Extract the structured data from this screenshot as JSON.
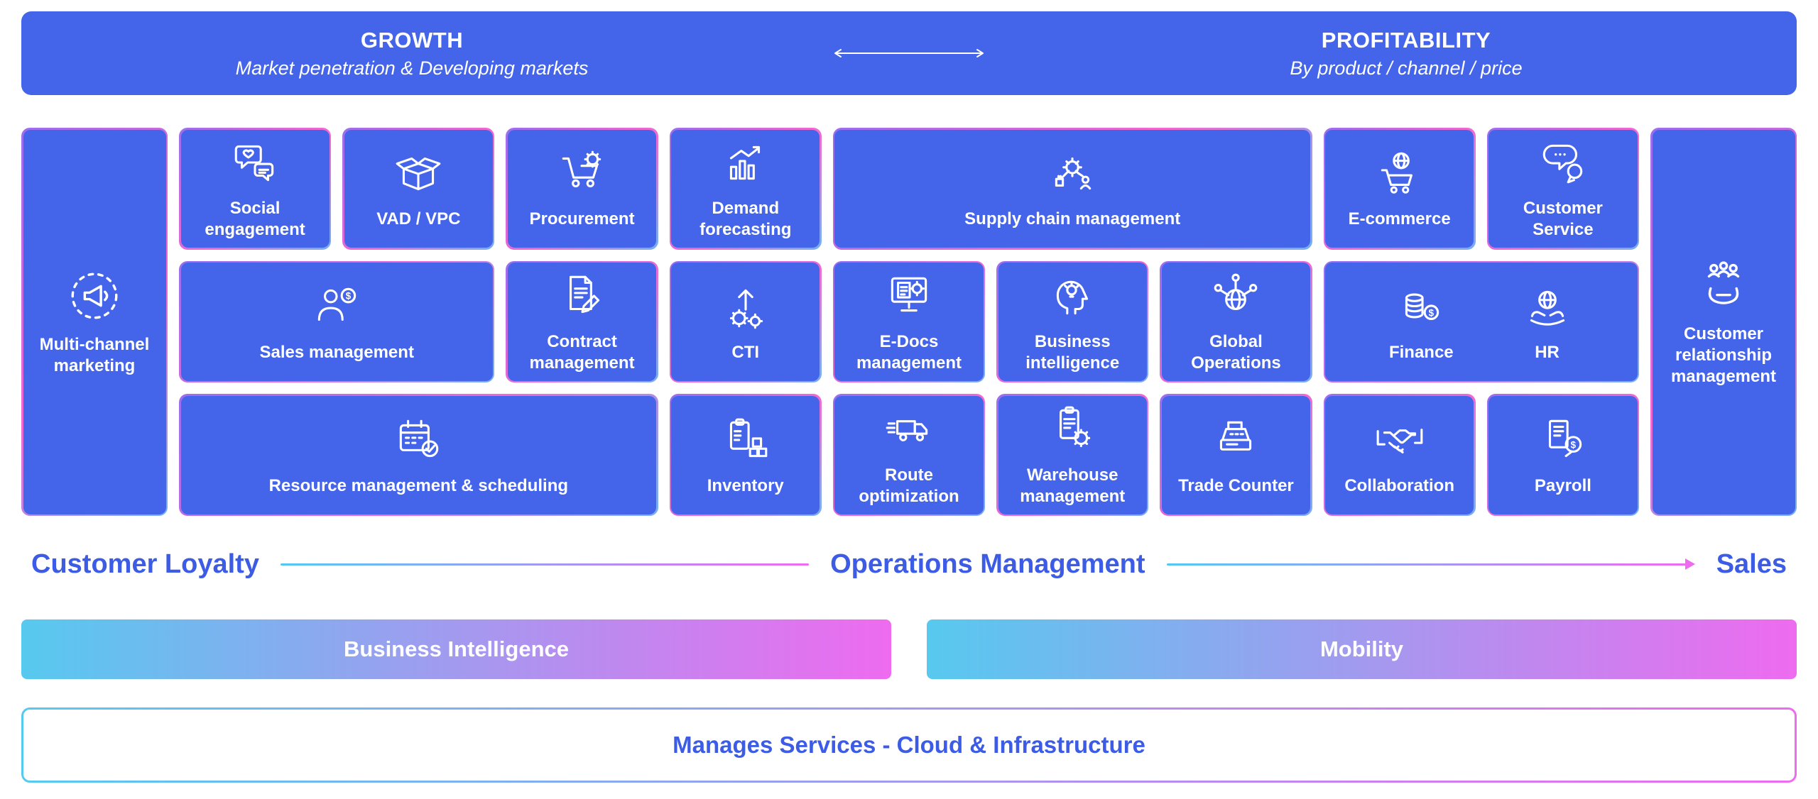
{
  "colors": {
    "card_blue": "#4464EA",
    "accent_text_blue": "#3D5CE5",
    "gradient_cyan": "#57C9EF",
    "gradient_magenta": "#EE6BEF",
    "card_border_pink": "#F468D0"
  },
  "banner": {
    "left_title": "GROWTH",
    "left_subtitle": "Market penetration & Developing markets",
    "right_title": "PROFITABILITY",
    "right_subtitle": "By product / channel / price",
    "arrow_icon": "double-arrow-icon"
  },
  "left_panel": {
    "label": "Multi-channel marketing",
    "icon": "multichannel-marketing-icon"
  },
  "right_panel": {
    "label": "Customer relationship management",
    "icon": "customer-relationship-icon"
  },
  "grid": {
    "row1": [
      {
        "label": "Social engagement",
        "icon": "social-engagement-icon"
      },
      {
        "label": "VAD / VPC",
        "icon": "open-box-icon"
      },
      {
        "label": "Procurement",
        "icon": "procurement-cart-icon"
      },
      {
        "label": "Demand forecasting",
        "icon": "demand-forecasting-icon"
      },
      {
        "label": "Supply chain management",
        "icon": "supply-chain-icon"
      },
      {
        "label": "E-commerce",
        "icon": "ecommerce-cart-icon"
      },
      {
        "label": "Customer Service",
        "icon": "customer-service-icon"
      }
    ],
    "row2": [
      {
        "label": "Sales management",
        "icon": "sales-management-icon"
      },
      {
        "label": "Contract management",
        "icon": "contract-management-icon"
      },
      {
        "label": "CTI",
        "icon": "cti-icon"
      },
      {
        "label": "E-Docs management",
        "icon": "edocs-management-icon"
      },
      {
        "label": "Business intelligence",
        "icon": "business-intelligence-icon"
      },
      {
        "label": "Global Operations",
        "icon": "global-operations-icon"
      },
      {
        "items": [
          {
            "label": "Finance",
            "icon": "finance-icon"
          },
          {
            "label": "HR",
            "icon": "hr-icon"
          }
        ]
      }
    ],
    "row3": [
      {
        "label": "Resource management & scheduling",
        "icon": "resource-scheduling-icon"
      },
      {
        "label": "Inventory",
        "icon": "inventory-icon"
      },
      {
        "label": "Route optimization",
        "icon": "route-optimization-icon"
      },
      {
        "label": "Warehouse management",
        "icon": "warehouse-management-icon"
      },
      {
        "label": "Trade Counter",
        "icon": "trade-counter-icon"
      },
      {
        "label": "Collaboration",
        "icon": "collaboration-handshake-icon"
      },
      {
        "label": "Payroll",
        "icon": "payroll-icon"
      }
    ]
  },
  "axis": {
    "left_label": "Customer Loyalty",
    "center_label": "Operations Management",
    "right_label": "Sales"
  },
  "bars": {
    "business_intelligence": "Business Intelligence",
    "mobility": "Mobility"
  },
  "managed_services": {
    "label": "Manages Services - Cloud & Infrastructure"
  }
}
